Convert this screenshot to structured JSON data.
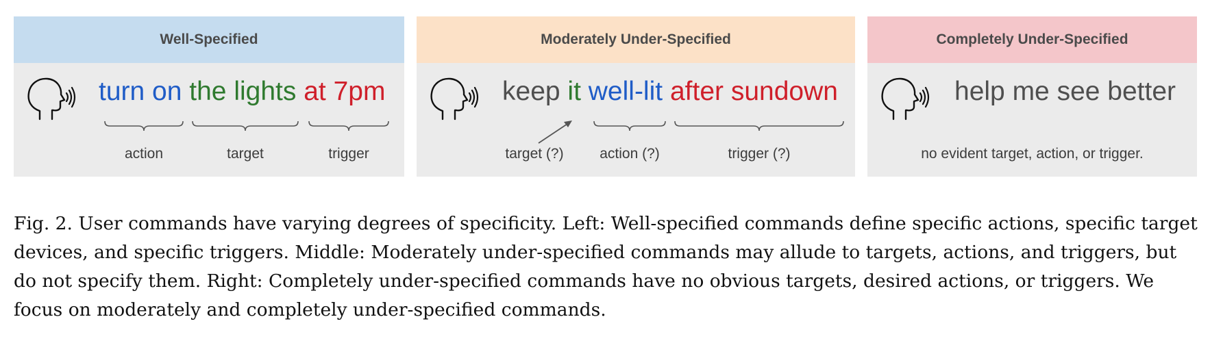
{
  "colors": {
    "panel_bg": "#ebebeb",
    "header_well": "#c5dcef",
    "header_moderate": "#fce1c7",
    "header_complete": "#f4c6ca",
    "action_blue": "#1f5cc7",
    "target_green": "#2f7a2f",
    "trigger_red": "#cf1f2a",
    "neutral_gray": "#4f4f4f"
  },
  "icons": [
    "speaking-head-icon"
  ],
  "panels": {
    "well": {
      "title": "Well-Specified",
      "command": {
        "w1": "turn on",
        "w2": "the lights",
        "w3": "at 7pm"
      },
      "labels": {
        "action": "action",
        "target": "target",
        "trigger": "trigger"
      }
    },
    "moderate": {
      "title": "Moderately Under-Specified",
      "command": {
        "w1": "keep",
        "w2": "it",
        "w3": "well-lit",
        "w4": "after sundown"
      },
      "labels": {
        "target": "target (?)",
        "action": "action (?)",
        "trigger": "trigger (?)"
      }
    },
    "complete": {
      "title": "Completely Under-Specified",
      "command": "help me see better",
      "note": "no evident target, action, or trigger."
    }
  },
  "caption": "Fig. 2.  User commands have varying degrees of specificity. Left: Well-specified commands define specific actions, specific target devices, and specific triggers. Middle: Moderately under-specified commands may allude to targets, actions, and triggers, but do not specify them. Right: Completely under-specified commands have no obvious targets, desired actions, or triggers. We focus on moderately and completely under-specified commands."
}
